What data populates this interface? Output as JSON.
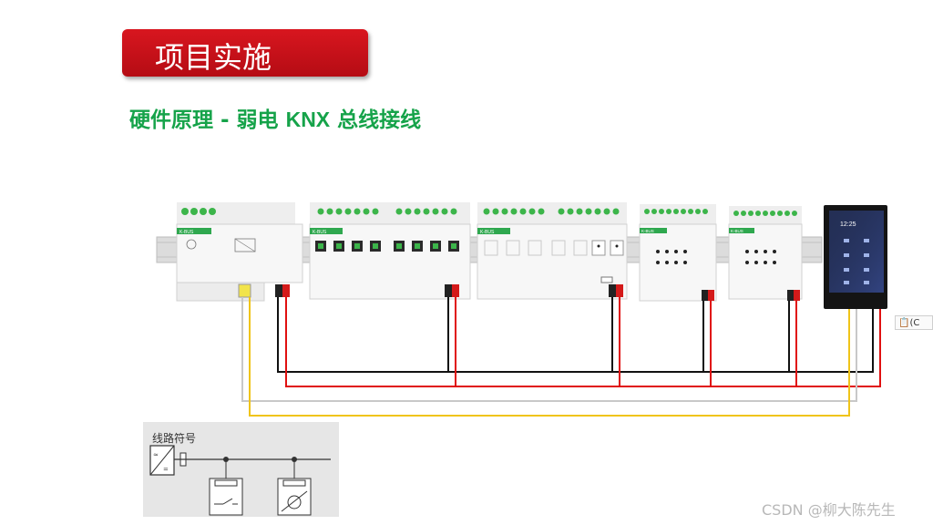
{
  "header": {
    "title": "项目实施"
  },
  "subtitle": {
    "part1": "硬件原理 - 弱电 ",
    "part2": "KNX",
    "part3": " 总线接线"
  },
  "modules": [
    {
      "name": "power-supply",
      "brand": "K-BUS"
    },
    {
      "name": "switch-actuator-8ch",
      "brand": "K-BUS"
    },
    {
      "name": "dimmer-actuator",
      "brand": "K-BUS"
    },
    {
      "name": "curtain-actuator-a",
      "brand": "K-BUS"
    },
    {
      "name": "curtain-actuator-b",
      "brand": "K-BUS"
    }
  ],
  "touch_panel": {
    "time": "12:25"
  },
  "legend": {
    "title": "线路符号"
  },
  "paste_chip": {
    "label": "(C"
  },
  "watermark": {
    "text": "CSDN @柳大陈先生"
  },
  "wire_colors": {
    "black": "#111111",
    "red": "#e01010",
    "gray": "#c8c8c8",
    "yellow": "#f0c419"
  },
  "colors": {
    "title_bg": "#c8101a",
    "subtitle_text": "#16a34a"
  }
}
